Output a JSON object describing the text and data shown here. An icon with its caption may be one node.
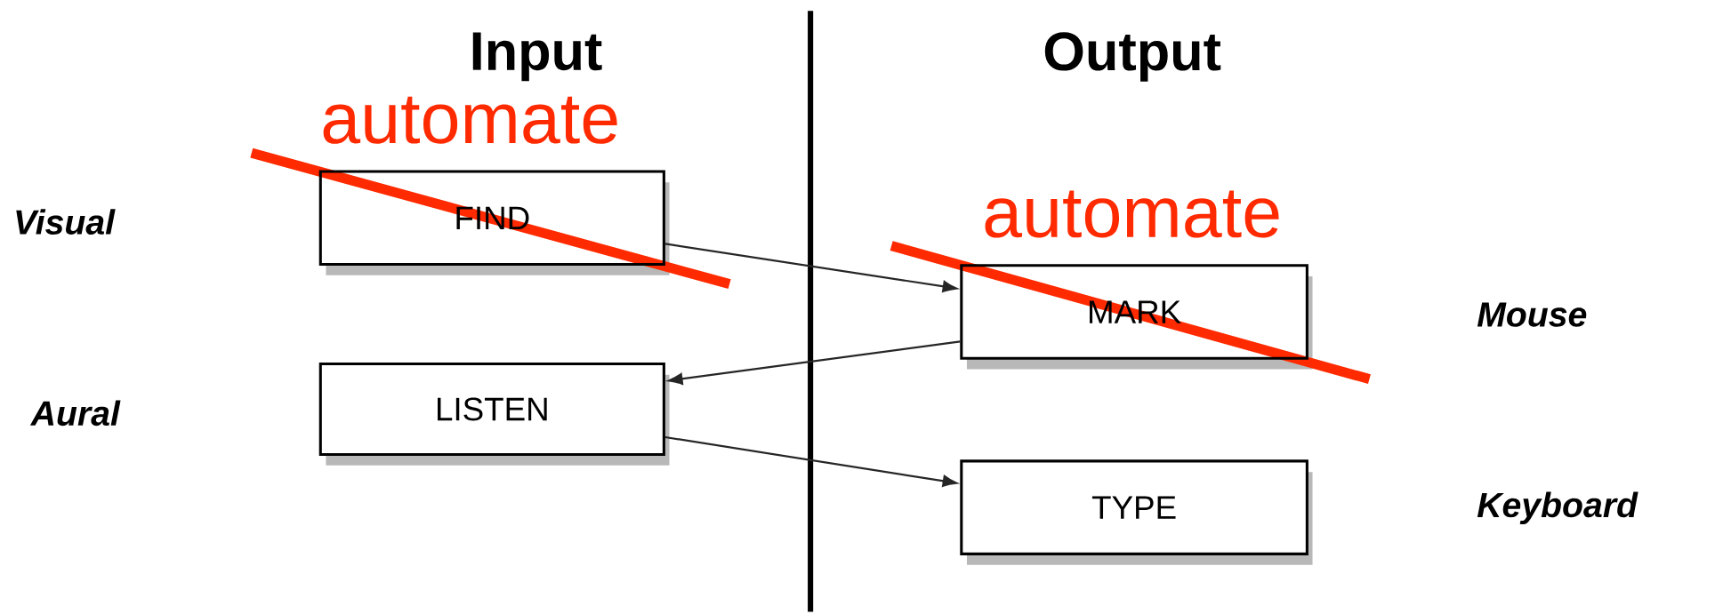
{
  "diagram": {
    "nodes": [
      {
        "text": [
          "FIND"
        ]
      },
      {
        "text": [
          "MARK"
        ]
      },
      {
        "text": [
          "LISTEN"
        ]
      },
      {
        "text": [
          "TYPE"
        ]
      }
    ],
    "edges": [
      {
        "from": 0,
        "to": 1,
        "arrow": "to"
      },
      {
        "from": 1,
        "to": 2,
        "arrow": "to"
      },
      {
        "from": 2,
        "to": 3,
        "arrow": "to"
      }
    ],
    "labels": [
      "Input",
      "Output",
      "automate",
      "Visual",
      "automate",
      "Mouse",
      "Aural",
      "Keyboard"
    ]
  }
}
